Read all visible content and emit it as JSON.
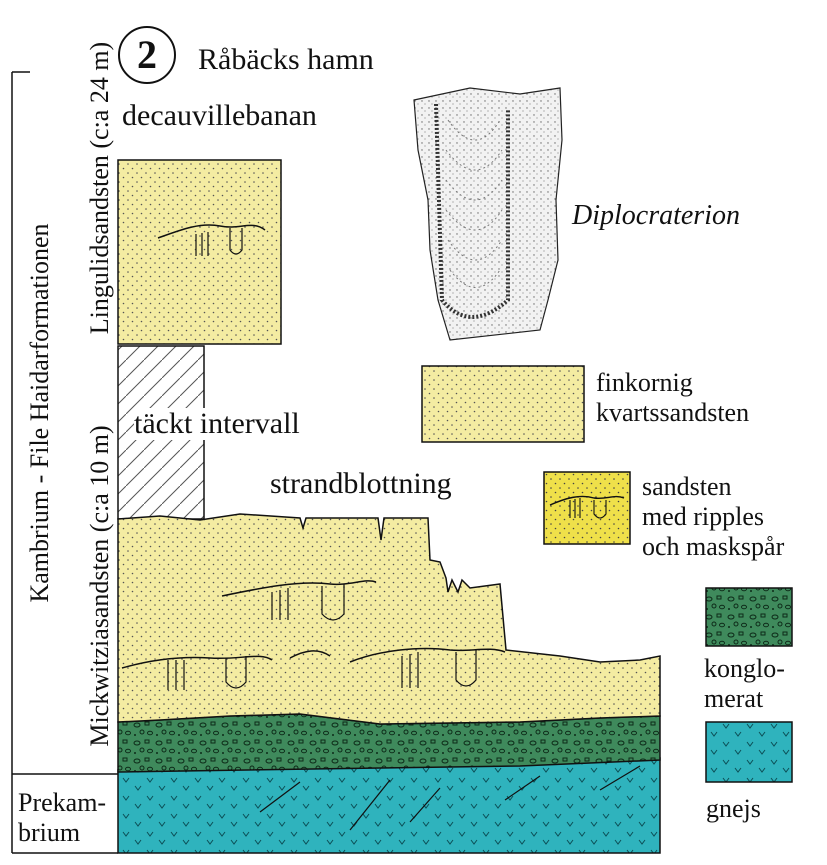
{
  "header": {
    "section_number": "2",
    "locality": "Råbäcks hamn"
  },
  "stratigraphy": {
    "formation": "Kambrium - File Haidarformationen",
    "upper_unit": "Lingulidsandsten (c:a 24 m)",
    "lower_unit": "Mickwitziasandsten (c:a 10 m)",
    "basement": [
      "Prekam-",
      "brium"
    ]
  },
  "outcrops": {
    "upper": "decauvillebanan",
    "covered": "täckt intervall",
    "shore": "strandblottning"
  },
  "fossil": {
    "name": "Diplocraterion"
  },
  "legend": {
    "items": [
      {
        "lines": [
          "finkornig",
          "kvartssandsten"
        ],
        "pattern": "sandstone"
      },
      {
        "lines": [
          "sandsten",
          "med ripples",
          "och maskspår"
        ],
        "pattern": "rippled-sandstone"
      },
      {
        "lines": [
          "konglo-",
          "merat"
        ],
        "pattern": "conglomerate"
      },
      {
        "lines": [
          "gnejs"
        ],
        "pattern": "gneiss"
      }
    ]
  },
  "colors": {
    "sandstone": "#f4eca2",
    "rippled_sandstone": "#efe04a",
    "conglomerate": "#3f8a5c",
    "gneiss": "#2fb3bd",
    "line": "#111111"
  }
}
